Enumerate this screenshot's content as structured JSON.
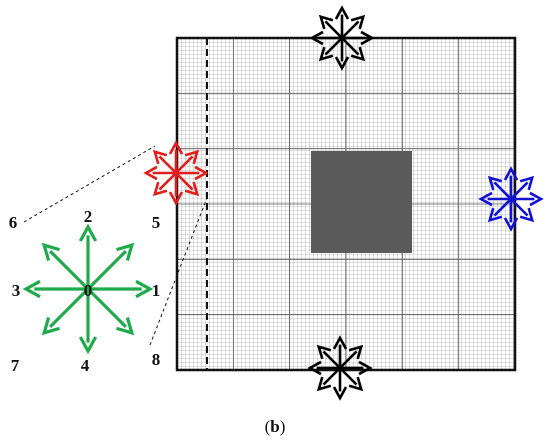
{
  "caption": {
    "open": "(",
    "letter": "b",
    "close": ")"
  },
  "lattice_directions": [
    {
      "index": "0",
      "dx": 0,
      "dy": 0
    },
    {
      "index": "1",
      "dx": 1,
      "dy": 0
    },
    {
      "index": "2",
      "dx": 0,
      "dy": 1
    },
    {
      "index": "3",
      "dx": -1,
      "dy": 0
    },
    {
      "index": "4",
      "dx": 0,
      "dy": -1
    },
    {
      "index": "5",
      "dx": 1,
      "dy": 1
    },
    {
      "index": "6",
      "dx": -1,
      "dy": 1
    },
    {
      "index": "7",
      "dx": -1,
      "dy": -1
    },
    {
      "index": "8",
      "dx": 1,
      "dy": -1
    }
  ],
  "colors": {
    "detail_stencil": "#1faa4a",
    "inlet_stencil": "#e41c1c",
    "outlet_stencil": "#1212d6",
    "wall_stencil": "#000000",
    "obstacle": "#5a5a5a",
    "grid_fine": "#8a8a8a",
    "grid_major": "#555555",
    "border": "#111111"
  },
  "icons": {
    "stencil": "d2q9-arrow-icon",
    "obstacle": "square-obstacle-icon"
  }
}
